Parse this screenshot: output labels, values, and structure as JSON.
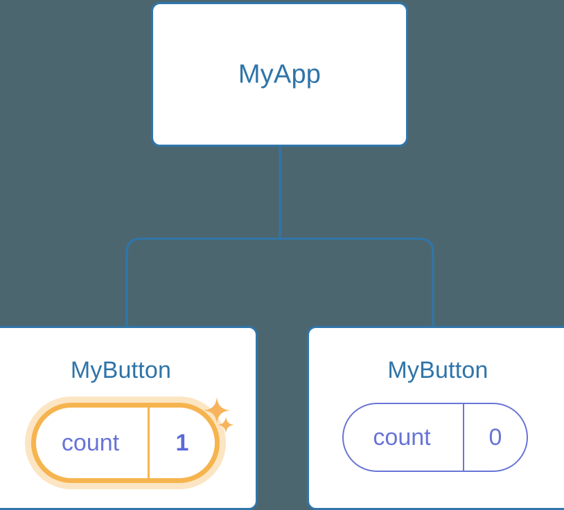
{
  "diagram": {
    "type": "component-tree",
    "background_color": "#4c6670",
    "edge_color": "#2f76ab",
    "nodes": [
      {
        "id": "root",
        "title": "MyApp",
        "title_color": "#2e74a8",
        "border_color": "#2f76ab",
        "fill_color": "#ffffff"
      },
      {
        "id": "left",
        "title": "MyButton",
        "title_color": "#2e74a8",
        "border_color": "#2f76ab",
        "fill_color": "#ffffff",
        "state": {
          "key": "count",
          "value": "1",
          "highlighted": true,
          "pill_border_color": "#f6b44f",
          "glow_color": "#f8bb61",
          "key_color": "#6874d6",
          "value_color": "#5b6ad8"
        },
        "sparkle_color": "#f7b45c",
        "sparkle_icons": [
          "sparkle-large-icon",
          "sparkle-small-icon"
        ]
      },
      {
        "id": "right",
        "title": "MyButton",
        "title_color": "#2e74a8",
        "border_color": "#2f76ab",
        "fill_color": "#ffffff",
        "state": {
          "key": "count",
          "value": "0",
          "highlighted": false,
          "pill_border_color": "#6874d6",
          "key_color": "#6874d6",
          "value_color": "#6874d6"
        }
      }
    ],
    "edges": [
      {
        "from": "root",
        "to": "left"
      },
      {
        "from": "root",
        "to": "right"
      }
    ]
  }
}
